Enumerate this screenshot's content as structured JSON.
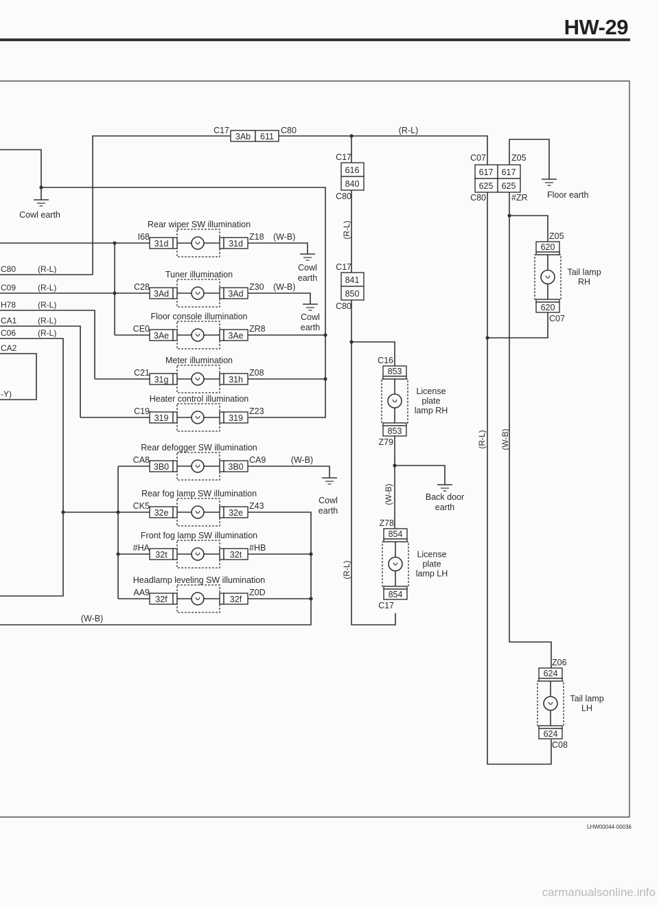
{
  "page": {
    "number": "HW-29",
    "figure_code": "LHW00044-00036",
    "watermark": "carmanualsonline.info"
  },
  "wire_colors": {
    "rl": "(R-L)",
    "wb": "(W-B)"
  },
  "top_connector": {
    "left_wire": "C17",
    "pin_a": "3Ab",
    "pin_b": "611",
    "right_wire": "C80"
  },
  "left_wires": [
    {
      "code": "C80",
      "color": "(R-L)"
    },
    {
      "code": "C09",
      "color": "(R-L)"
    },
    {
      "code": "H78",
      "color": "(R-L)"
    },
    {
      "code": "CA1",
      "color": "(R-L)"
    },
    {
      "code": "C06",
      "color": "(R-L)"
    },
    {
      "code": "CA2",
      "color": ""
    },
    {
      "code": "-Y)",
      "color": ""
    }
  ],
  "grounds": {
    "cowl": [
      "Cowl",
      "earth"
    ],
    "cowl_top": "Cowl earth",
    "floor": "Floor earth",
    "back_door": [
      "Back door",
      "earth"
    ]
  },
  "illumination": [
    {
      "title": "Rear wiper SW illumination",
      "left_wire": "I68",
      "left_pin": "31d",
      "right_pin": "31d",
      "right_wire": "Z18",
      "color": "(W-B)"
    },
    {
      "title": "Tuner illumination",
      "left_wire": "C28",
      "left_pin": "3Ad",
      "right_pin": "3Ad",
      "right_wire": "Z30",
      "color": "(W-B)"
    },
    {
      "title": "Floor console illumination",
      "left_wire": "CE0",
      "left_pin": "3Ae",
      "right_pin": "3Ae",
      "right_wire": "ZR8",
      "color": ""
    },
    {
      "title": "Meter illumination",
      "left_wire": "C21",
      "left_pin": "31g",
      "right_pin": "31h",
      "right_wire": "Z08",
      "color": ""
    },
    {
      "title": "Heater control illumination",
      "left_wire": "C19",
      "left_pin": "319",
      "right_pin": "319",
      "right_wire": "Z23",
      "color": ""
    },
    {
      "title": "Rear defogger SW illumination",
      "left_wire": "CA8",
      "left_pin": "3B0",
      "right_pin": "3B0",
      "right_wire": "CA9",
      "color": "(W-B)"
    },
    {
      "title": "Rear fog lamp SW illumination",
      "left_wire": "CK5",
      "left_pin": "32e",
      "right_pin": "32e",
      "right_wire": "Z43",
      "color": ""
    },
    {
      "title": "Front fog lamp SW illumination",
      "left_wire": "#HA",
      "left_pin": "32t",
      "right_pin": "32t",
      "right_wire": "#HB",
      "color": ""
    },
    {
      "title": "Headlamp leveling SW illumination",
      "left_wire": "AA9",
      "left_pin": "32f",
      "right_pin": "32f",
      "right_wire": "Z0D",
      "color": ""
    }
  ],
  "joint_connectors": [
    {
      "top_wire": "C17",
      "pins": [
        "616",
        "840"
      ],
      "bottom_wire": "C80"
    },
    {
      "top_wire": "C17",
      "pins": [
        "841",
        "850"
      ],
      "bottom_wire": "C80"
    },
    {
      "top_left_wire": "C07",
      "top_right_wire": "Z05",
      "pins": [
        "617",
        "617",
        "625",
        "625"
      ],
      "bottom_left_wire": "C80",
      "bottom_right_wire": "#ZR"
    }
  ],
  "lamps": [
    {
      "name": [
        "License",
        "plate",
        "lamp RH"
      ],
      "top_wire": "C16",
      "pin": "853",
      "bottom_wire": "Z79"
    },
    {
      "name": [
        "License",
        "plate",
        "lamp LH"
      ],
      "top_wire": "Z78",
      "pin": "854",
      "bottom_wire": "C17"
    },
    {
      "name": [
        "Tail lamp",
        "RH"
      ],
      "top_wire": "Z05",
      "pin": "620",
      "bottom_wire": "C07"
    },
    {
      "name": [
        "Tail lamp",
        "LH"
      ],
      "top_wire": "Z06",
      "pin": "624",
      "bottom_wire": "C08"
    }
  ]
}
